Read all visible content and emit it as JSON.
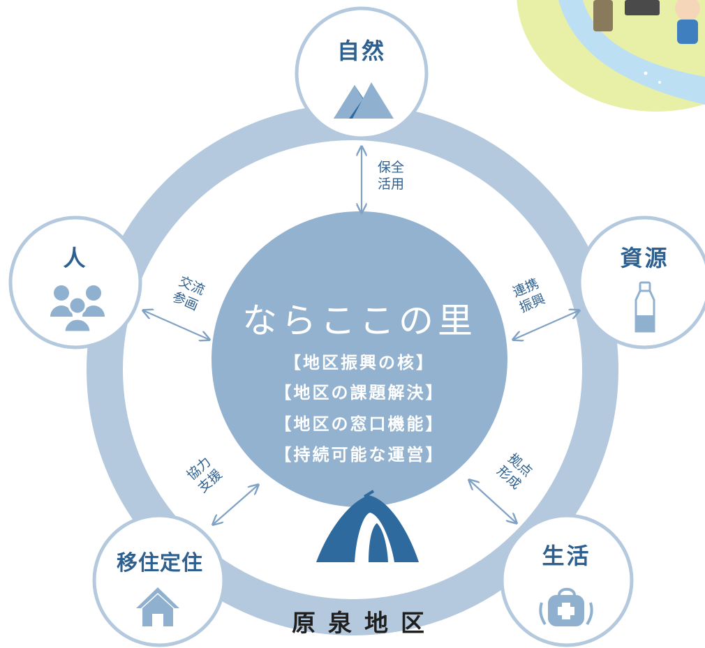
{
  "diagram": {
    "center": {
      "title": "ならここの里",
      "roles": [
        "【地区振興の核】",
        "【地区の課題解決】",
        "【地区の窓口機能】",
        "【持続可能な運営】"
      ],
      "icon": "tent-icon"
    },
    "ring_label": "原泉地区",
    "nodes": [
      {
        "id": "nature",
        "label": "自然",
        "icon": "mountain-icon"
      },
      {
        "id": "resources",
        "label": "資源",
        "icon": "milk-bottle-icon"
      },
      {
        "id": "life",
        "label": "生活",
        "icon": "medical-bag-icon"
      },
      {
        "id": "settlement",
        "label": "移住定住",
        "icon": "house-icon"
      },
      {
        "id": "people",
        "label": "人",
        "icon": "people-group-icon"
      }
    ],
    "edges": [
      {
        "to": "nature",
        "line1": "保全",
        "line2": "活用"
      },
      {
        "to": "resources",
        "line1": "連携",
        "line2": "振興"
      },
      {
        "to": "life",
        "line1": "拠点",
        "line2": "形成"
      },
      {
        "to": "settlement",
        "line1": "協力",
        "line2": "支援"
      },
      {
        "to": "people",
        "line1": "交流",
        "line2": "参画"
      }
    ]
  },
  "colors": {
    "ring": "#b4c9dd",
    "center_fill": "#92b2d0",
    "node_border": "#b4c9dd",
    "icon_light": "#8fb0cf",
    "icon_dark": "#2e6a9e",
    "text_dark_blue": "#2d5f8f",
    "arrow": "#7fa2c4",
    "illustration_water": "#bcdff4",
    "illustration_grass": "#e8f0a8"
  }
}
